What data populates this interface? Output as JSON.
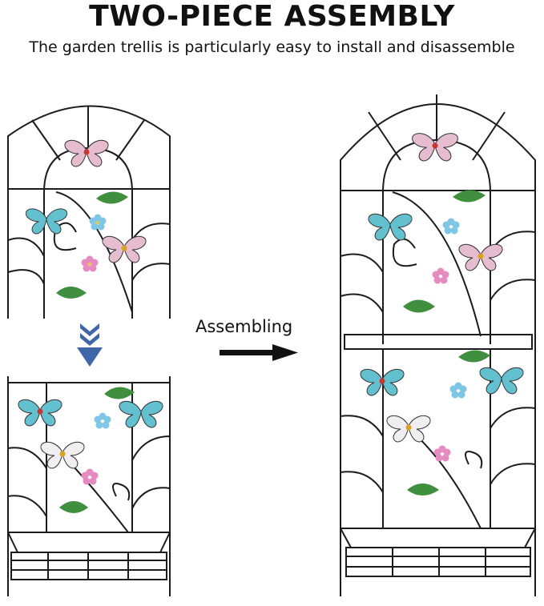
{
  "header": {
    "title": "TWO-PIECE ASSEMBLY",
    "subtitle": "The garden trellis is particularly easy to install and disassemble"
  },
  "middle": {
    "step_label": "Assembling"
  },
  "colors": {
    "frame": "#1c1c1c",
    "arrow_down": "#3f67a8",
    "leaf_green": "#3f8f3f",
    "butterfly_blue": "#63c0cf",
    "butterfly_pink": "#e6bcd0",
    "flower_pink": "#e58bc0",
    "flower_blue": "#7fc6e6",
    "gem_red": "#c9362f",
    "gem_gold": "#d9a21f"
  },
  "icons": [
    "arrow-down-icon",
    "arrow-right-icon",
    "butterfly-icon",
    "flower-icon",
    "leaf-icon"
  ]
}
